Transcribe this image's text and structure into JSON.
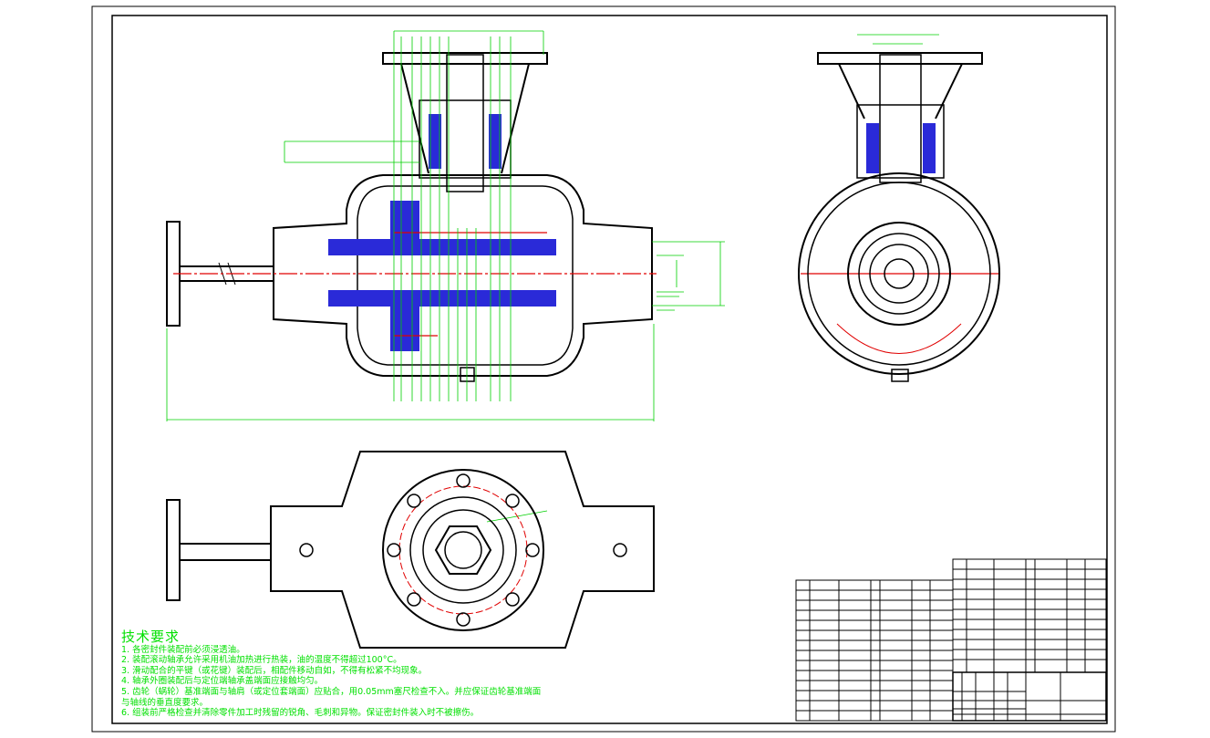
{
  "technical_requirements": {
    "title": "技术要求",
    "items": [
      "1. 各密封件装配前必须浸透油。",
      "2. 装配滚动轴承允许采用机油加热进行热装，油的温度不得超过100°C。",
      "3. 滑动配合的平键（或花键）装配后，相配件移动自如，不得有松紧不均现象。",
      "4. 轴承外圈装配后与定位端轴承盖端面应接触均匀。",
      "5. 齿轮（蜗轮）基准端面与轴肩（或定位套端面）应贴合，用0.05mm塞尺检查不入。并应保证齿轮基准端面",
      "与轴线的垂直度要求。",
      "6. 组装前严格检查并清除零件加工时残留的锐角、毛刺和异物。保证密封件装入时不被擦伤。"
    ]
  },
  "colors": {
    "outline": "#000000",
    "dimension": "#00d000",
    "section": "#2020d0",
    "centerline": "#e00000"
  }
}
